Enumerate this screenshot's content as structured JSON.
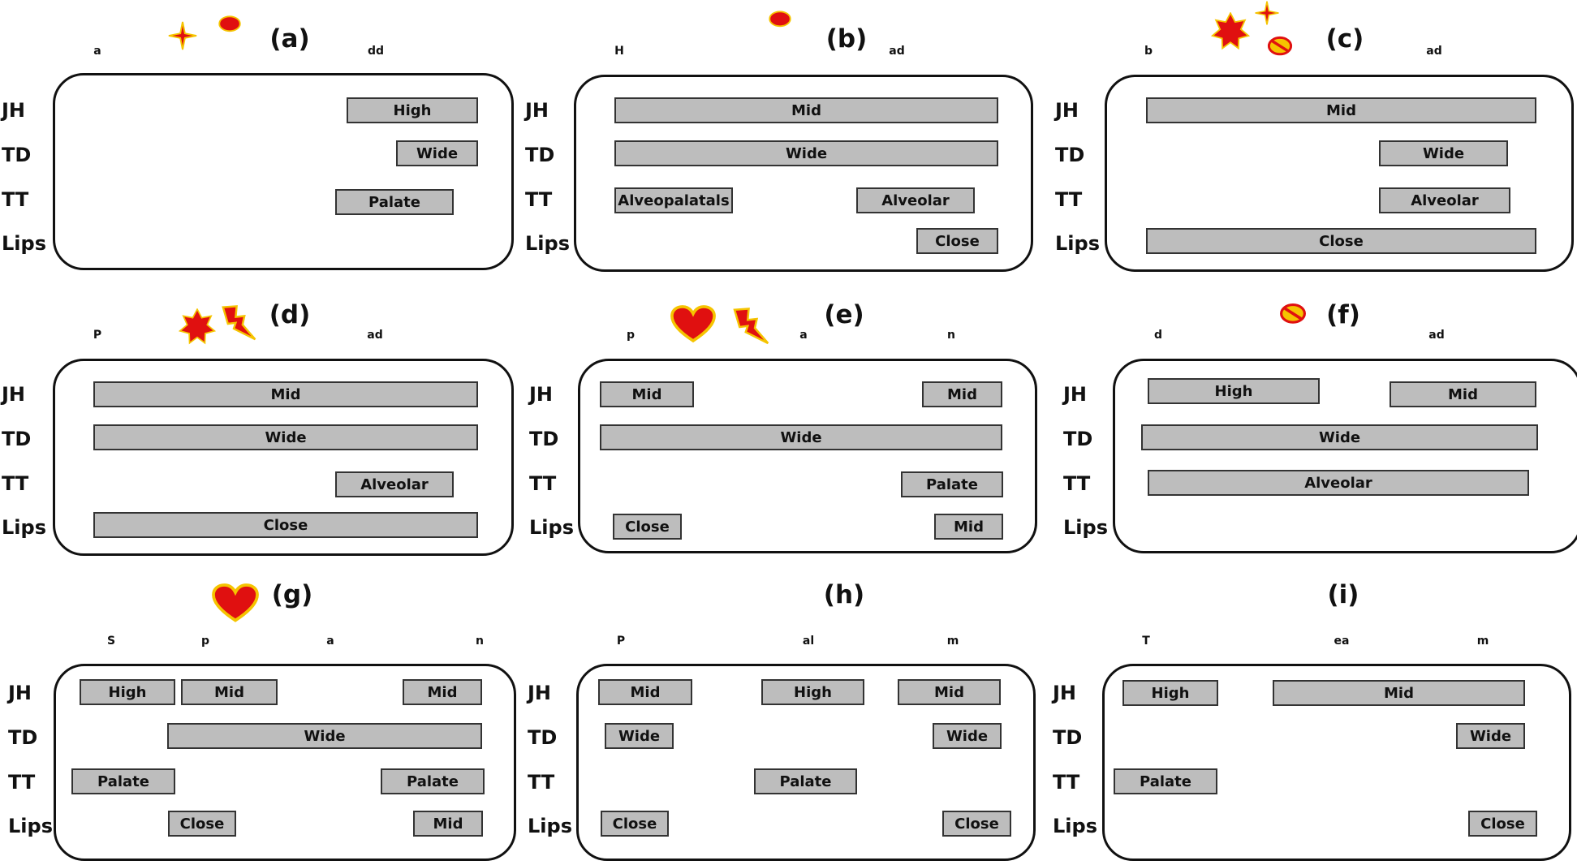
{
  "rows": [
    "JH",
    "TD",
    "TT",
    "Lips"
  ],
  "colors": {
    "bar_fill": "#bdbdbd",
    "bar_border": "#333333",
    "box_border": "#111111",
    "icon_red": "#e01010",
    "icon_yellow": "#f5c400"
  },
  "panels": [
    {
      "label": "(a)",
      "phones": [
        "a",
        "dd"
      ],
      "icons": [
        "sparkle-icon",
        "red-oval-icon"
      ],
      "bars": [
        {
          "row": "JH",
          "label": "High"
        },
        {
          "row": "TD",
          "label": "Wide"
        },
        {
          "row": "TT",
          "label": "Palate"
        }
      ]
    },
    {
      "label": "(b)",
      "phones": [
        "H",
        "ad"
      ],
      "icons": [
        "red-oval-icon"
      ],
      "bars": [
        {
          "row": "JH",
          "label": "Mid"
        },
        {
          "row": "TD",
          "label": "Wide"
        },
        {
          "row": "TT",
          "label": "Alveopalatals"
        },
        {
          "row": "TT",
          "label": "Alveolar"
        },
        {
          "row": "Lips",
          "label": "Close"
        }
      ]
    },
    {
      "label": "(c)",
      "phones": [
        "b",
        "ad"
      ],
      "icons": [
        "star-burst-icon",
        "sparkle-icon",
        "prohibited-icon"
      ],
      "bars": [
        {
          "row": "JH",
          "label": "Mid"
        },
        {
          "row": "TD",
          "label": "Wide"
        },
        {
          "row": "TT",
          "label": "Alveolar"
        },
        {
          "row": "Lips",
          "label": "Close"
        }
      ]
    },
    {
      "label": "(d)",
      "phones": [
        "P",
        "ad"
      ],
      "icons": [
        "star-burst-icon",
        "lightning-icon"
      ],
      "bars": [
        {
          "row": "JH",
          "label": "Mid"
        },
        {
          "row": "TD",
          "label": "Wide"
        },
        {
          "row": "TT",
          "label": "Alveolar"
        },
        {
          "row": "Lips",
          "label": "Close"
        }
      ]
    },
    {
      "label": "(e)",
      "phones": [
        "p",
        "a",
        "n"
      ],
      "icons": [
        "heart-icon",
        "lightning-icon"
      ],
      "bars": [
        {
          "row": "JH",
          "label": "Mid"
        },
        {
          "row": "JH",
          "label": "Mid"
        },
        {
          "row": "TD",
          "label": "Wide"
        },
        {
          "row": "TT",
          "label": "Palate"
        },
        {
          "row": "Lips",
          "label": "Close"
        },
        {
          "row": "Lips",
          "label": "Mid"
        }
      ]
    },
    {
      "label": "(f)",
      "phones": [
        "d",
        "ad"
      ],
      "icons": [
        "prohibited-icon"
      ],
      "bars": [
        {
          "row": "JH",
          "label": "High"
        },
        {
          "row": "JH",
          "label": "Mid"
        },
        {
          "row": "TD",
          "label": "Wide"
        },
        {
          "row": "TT",
          "label": "Alveolar"
        }
      ]
    },
    {
      "label": "(g)",
      "phones": [
        "S",
        "p",
        "a",
        "n"
      ],
      "icons": [
        "heart-icon"
      ],
      "bars": [
        {
          "row": "JH",
          "label": "High"
        },
        {
          "row": "JH",
          "label": "Mid"
        },
        {
          "row": "JH",
          "label": "Mid"
        },
        {
          "row": "TD",
          "label": "Wide"
        },
        {
          "row": "TT",
          "label": "Palate"
        },
        {
          "row": "TT",
          "label": "Palate"
        },
        {
          "row": "Lips",
          "label": "Close"
        },
        {
          "row": "Lips",
          "label": "Mid"
        }
      ]
    },
    {
      "label": "(h)",
      "phones": [
        "P",
        "al",
        "m"
      ],
      "icons": [],
      "bars": [
        {
          "row": "JH",
          "label": "Mid"
        },
        {
          "row": "JH",
          "label": "High"
        },
        {
          "row": "JH",
          "label": "Mid"
        },
        {
          "row": "TD",
          "label": "Wide"
        },
        {
          "row": "TD",
          "label": "Wide"
        },
        {
          "row": "TT",
          "label": "Palate"
        },
        {
          "row": "Lips",
          "label": "Close"
        },
        {
          "row": "Lips",
          "label": "Close"
        }
      ]
    },
    {
      "label": "(i)",
      "phones": [
        "T",
        "ea",
        "m"
      ],
      "icons": [],
      "bars": [
        {
          "row": "JH",
          "label": "High"
        },
        {
          "row": "JH",
          "label": "Mid"
        },
        {
          "row": "TD",
          "label": "Wide"
        },
        {
          "row": "TT",
          "label": "Palate"
        },
        {
          "row": "Lips",
          "label": "Close"
        }
      ]
    }
  ]
}
